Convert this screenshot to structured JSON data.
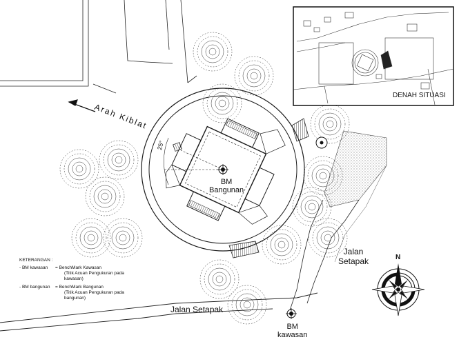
{
  "labels": {
    "arah_kiblat": "Arah Kiblat",
    "bm_bangunan": [
      "BM",
      "Bangunan"
    ],
    "bm_kawasan": [
      "BM",
      "kawasan"
    ],
    "jalan_setapak_bawah": "Jalan Setapak",
    "jalan_setapak_kanan": [
      "Jalan",
      "Setapak"
    ],
    "sudut": "25°",
    "denah_situasi": "DENAH SITUASI",
    "compass_north": "N"
  },
  "legend": {
    "title": "KETERANGAN :",
    "items": [
      {
        "key": "- BM kawasan",
        "value": "= BenchMark Kawasan",
        "note": [
          "(Titik Acuan Pengukuran pada",
          "kawasan)"
        ]
      },
      {
        "key": "- BM bangunan",
        "value": "= BenchMark Bangunan",
        "note": [
          "(Titik Acuan Pengukuran pada",
          "bangunan)"
        ]
      }
    ]
  },
  "colors": {
    "line": "#1a1a1a",
    "paper": "#ffffff",
    "hatch": "#888888"
  }
}
